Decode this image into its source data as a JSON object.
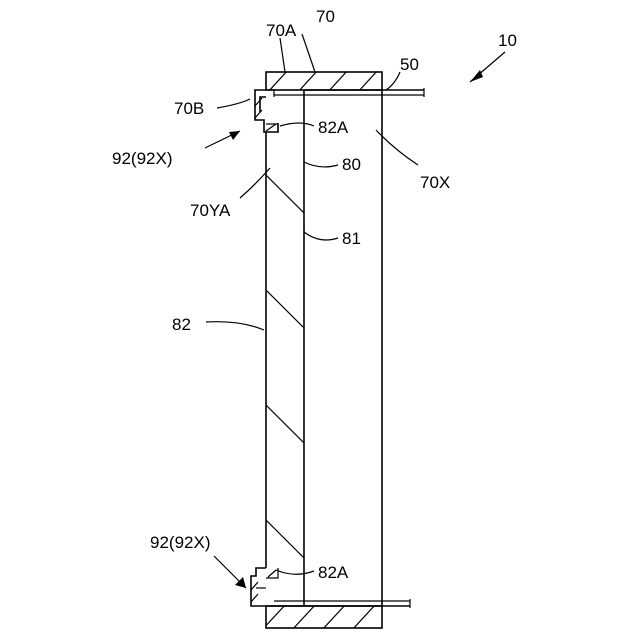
{
  "labels": {
    "fig_ref": "10",
    "l_70A": "70A",
    "l_70": "70",
    "l_50": "50",
    "l_70B": "70B",
    "l_82A_top": "82A",
    "l_92_top": "92(92X)",
    "l_80": "80",
    "l_70X": "70X",
    "l_70YA": "70YA",
    "l_81": "81",
    "l_82": "82",
    "l_92_bottom": "92(92X)",
    "l_82A_bottom": "82A"
  }
}
